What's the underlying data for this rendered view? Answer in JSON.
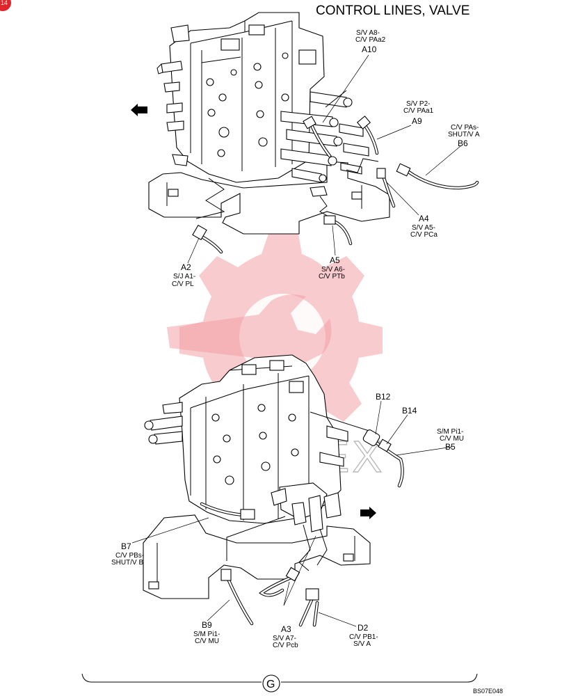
{
  "title": "CONTROL LINES, VALVE",
  "page_corner": "14",
  "watermark": "VIHTEX",
  "section_letter": "G",
  "figure_code": "BS07E048",
  "callouts": {
    "a10": {
      "id": "A10",
      "line1": "S/V A8-",
      "line2": "C/V PAa2"
    },
    "a9": {
      "id": "A9",
      "line1": "S/V P2-",
      "line2": "C/V PAa1"
    },
    "b6": {
      "id": "B6",
      "line1": "C/V PAs-",
      "line2": "SHUT/V A"
    },
    "a4": {
      "id": "A4",
      "line1": "S/V A5-",
      "line2": "C/V PCa"
    },
    "a5": {
      "id": "A5",
      "line1": "S/V A6-",
      "line2": "C/V PTb"
    },
    "a2": {
      "id": "A2",
      "line1": "S/J A1-",
      "line2": "C/V PL"
    },
    "b12": {
      "id": "B12"
    },
    "b14": {
      "id": "B14"
    },
    "b5": {
      "id": "B5",
      "line1": "S/M Pi1-",
      "line2": "C/V MU"
    },
    "b7": {
      "id": "B7",
      "line1": "C/V PBs-",
      "line2": "SHUT/V B"
    },
    "b9": {
      "id": "B9",
      "line1": "S/M Pi1-",
      "line2": "C/V MU"
    },
    "a3": {
      "id": "A3",
      "line1": "S/V A7-",
      "line2": "C/V Pcb"
    },
    "d2": {
      "id": "D2",
      "line1": "C/V PB1-",
      "line2": "S/V A"
    }
  }
}
